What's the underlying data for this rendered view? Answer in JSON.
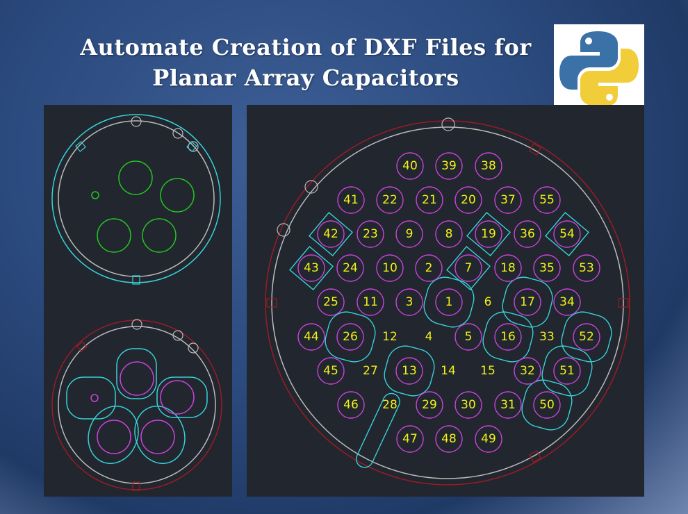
{
  "title_lines": [
    "Automate Creation of DXF Files for",
    "Planar Array Capacitors"
  ],
  "logo_icon": "python-logo-icon",
  "colors": {
    "background": "#2b4a7e",
    "panel": "#22262e",
    "cyan": "#37d2d8",
    "green": "#22c822",
    "magenta": "#cc44dd",
    "red": "#9b1c25",
    "grey": "#bcbcbc",
    "label": "#f1f11a"
  },
  "array_labels": [
    "1",
    "2",
    "3",
    "4",
    "5",
    "6",
    "7",
    "8",
    "9",
    "10",
    "11",
    "12",
    "13",
    "14",
    "15",
    "16",
    "17",
    "18",
    "19",
    "20",
    "21",
    "22",
    "23",
    "24",
    "25",
    "26",
    "27",
    "28",
    "29",
    "30",
    "31",
    "32",
    "33",
    "34",
    "35",
    "36",
    "37",
    "38",
    "39",
    "40",
    "41",
    "42",
    "43",
    "44",
    "45",
    "46",
    "47",
    "48",
    "49",
    "50",
    "51",
    "52",
    "53",
    "54",
    "55"
  ]
}
